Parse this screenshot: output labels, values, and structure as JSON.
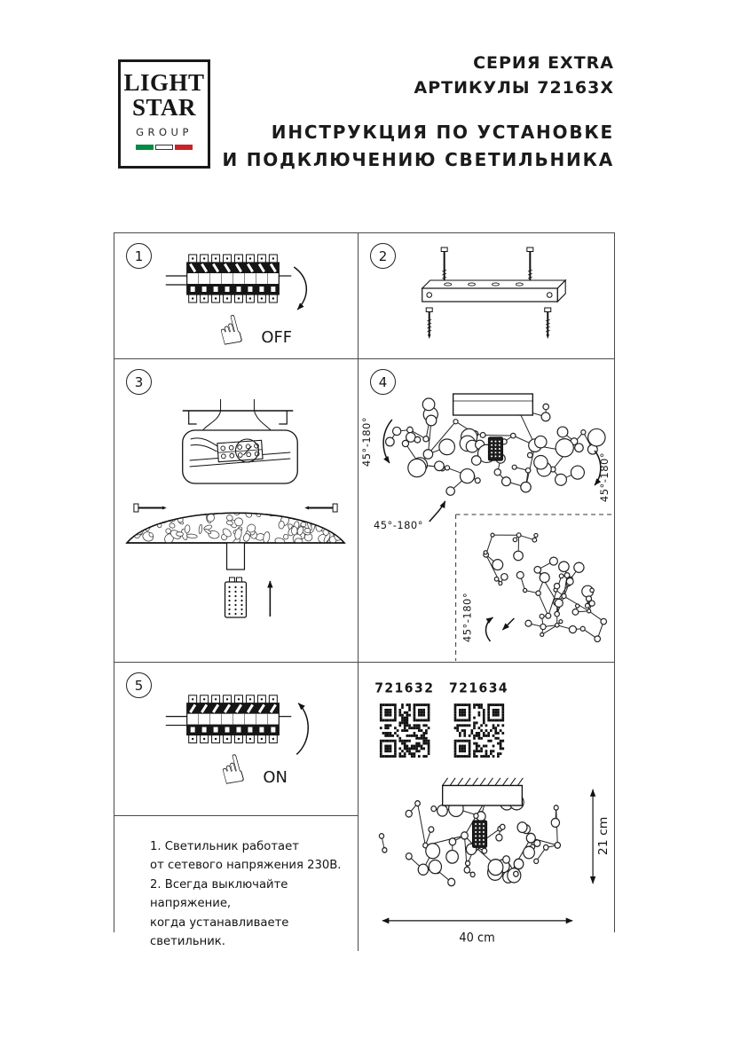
{
  "logo": {
    "line1": "LIGHT",
    "line2": "STAR",
    "line3": "GROUP"
  },
  "header": {
    "series": "СЕРИЯ EXTRA",
    "articles": "АРТИКУЛЫ 72163X",
    "title_line1": "ИНСТРУКЦИЯ ПО УСТАНОВКЕ",
    "title_line2": "И ПОДКЛЮЧЕНИЮ СВЕТИЛЬНИКА"
  },
  "icons": {
    "hand": "☝"
  },
  "steps": {
    "step1": {
      "number": "1",
      "label": "OFF"
    },
    "step2": {
      "number": "2"
    },
    "step3": {
      "number": "3"
    },
    "step4": {
      "number": "4",
      "rotation_label": "45°-180°"
    },
    "step5": {
      "number": "5",
      "label": "ON"
    }
  },
  "notes": {
    "line1": "1. Светильник работает",
    "line2": "от сетевого напряжения 230В.",
    "line3": "2. Всегда выключайте напряжение,",
    "line4": "когда устанавливаете светильник."
  },
  "products": {
    "qr1_label": "721632",
    "qr2_label": "721634"
  },
  "dimensions": {
    "height": "21 cm",
    "width": "40 cm"
  },
  "colors": {
    "line": "#111111",
    "flag_green": "#008C45",
    "flag_red": "#CD212A"
  }
}
